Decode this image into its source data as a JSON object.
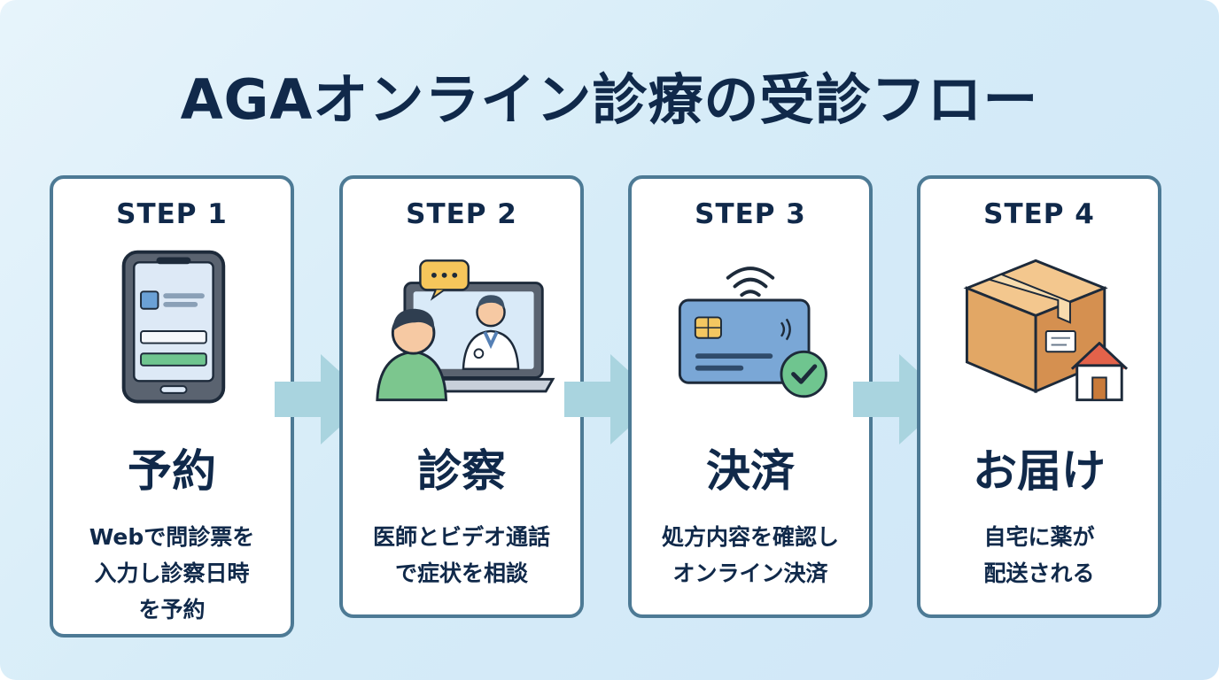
{
  "title": "AGAオンライン診療の受診フロー",
  "steps": [
    {
      "label": "STEP 1",
      "name": "予約",
      "description": "Webで問診票を\n入力し診察日時\nを予約",
      "icon": "smartphone-form-icon"
    },
    {
      "label": "STEP 2",
      "name": "診察",
      "description": "医師とビデオ通話\nで症状を相談",
      "icon": "video-consultation-icon"
    },
    {
      "label": "STEP 3",
      "name": "決済",
      "description": "処方内容を確認し\nオンライン決済",
      "icon": "credit-card-payment-icon"
    },
    {
      "label": "STEP 4",
      "name": "お届け",
      "description": "自宅に薬が\n配送される",
      "icon": "package-delivery-icon"
    }
  ],
  "colors": {
    "title": "#10294a",
    "card_border": "#4d7a95",
    "arrow": "#a9d4df",
    "background": "#d6ecf8"
  }
}
